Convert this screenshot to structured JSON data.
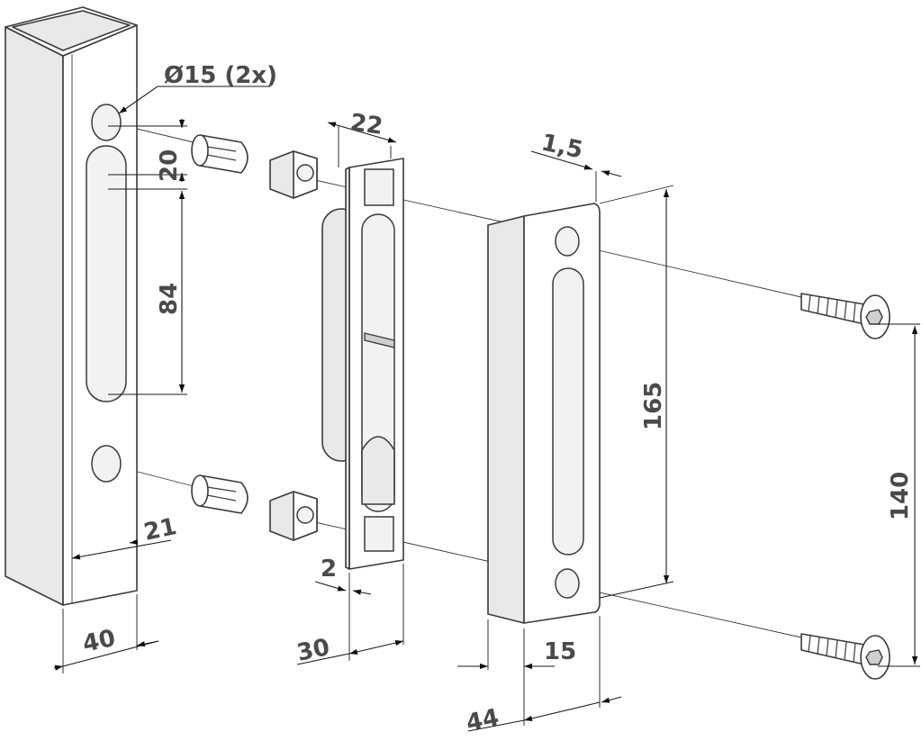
{
  "colors": {
    "line": "#3a3a3a",
    "text": "#4a4a4a",
    "background": "#ffffff"
  },
  "dimensions": {
    "hole_diameter": "Ø15 (2x)",
    "top_offset": "20",
    "slot_length": "84",
    "side_offset": "21",
    "post_width": "40",
    "keep_width": "22",
    "keep_thickness": "2",
    "keep_depth": "30",
    "plate_thickness": "1,5",
    "plate_height": "165",
    "screw_spacing": "140",
    "flange_width": "15",
    "plate_depth": "44"
  }
}
